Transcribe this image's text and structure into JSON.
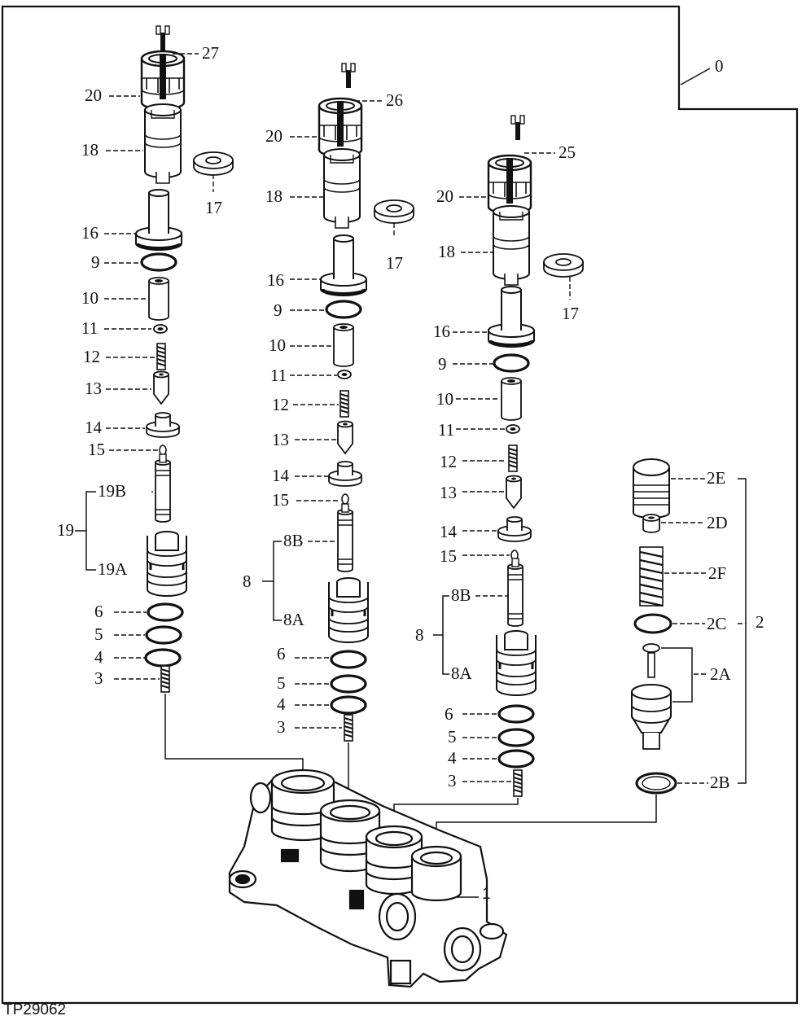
{
  "drawing_id": "TP29062",
  "labels": {
    "assembly": "0",
    "body": "1",
    "relief_valve": "2",
    "relief_valve_2A": "2A",
    "relief_valve_2B": "2B",
    "relief_valve_2C": "2C",
    "relief_valve_2D": "2D",
    "relief_valve_2E": "2E",
    "relief_valve_2F": "2F",
    "spring_3": "3",
    "oring_4": "4",
    "oring_5": "5",
    "oring_6": "6",
    "spool_8": "8",
    "spool_8A": "8A",
    "spool_8B": "8B",
    "oring_9": "9",
    "sleeve_10": "10",
    "ball_11": "11",
    "spring_12": "12",
    "poppet_13": "13",
    "seat_14": "14",
    "ring_15": "15",
    "plug_16": "16",
    "washer_17": "17",
    "coil_18": "18",
    "spool_19": "19",
    "spool_19A": "19A",
    "spool_19B": "19B",
    "nut_20": "20",
    "solenoid_25": "25",
    "solenoid_26": "26",
    "solenoid_27": "27"
  }
}
